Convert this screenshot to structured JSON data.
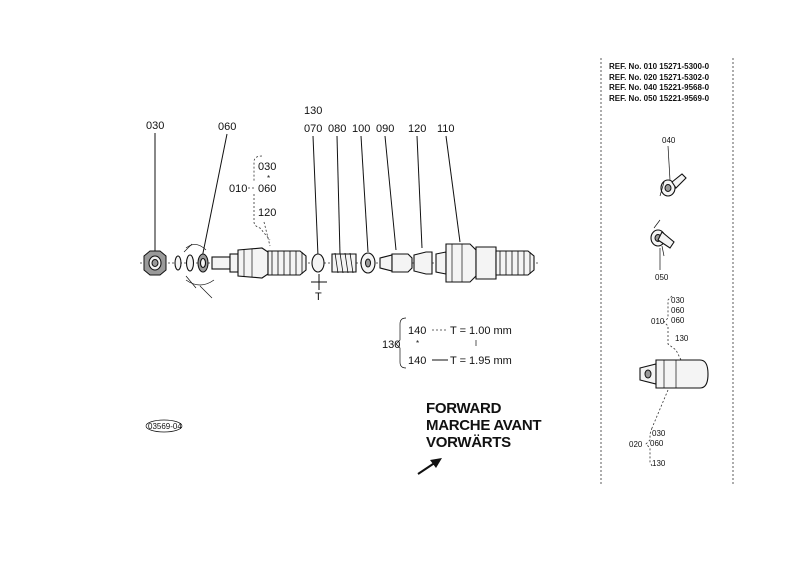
{
  "main_labels": {
    "p030": "030",
    "p060": "060",
    "p130": "130",
    "p070": "070",
    "p080": "080",
    "p100": "100",
    "p090": "090",
    "p120": "120",
    "p110": "110"
  },
  "kit_group": {
    "root": "010",
    "i1": "030",
    "dot": "*",
    "i2": "060",
    "i3": "120"
  },
  "t_label": "T",
  "shim_group": {
    "root": "130",
    "a_code": "140",
    "a_text": "T = 1.00 mm",
    "b_code": "140",
    "b_text": "T = 1.95 mm"
  },
  "stamp": "03569-04",
  "direction": {
    "line1": "FORWARD",
    "line2": "MARCHE AVANT",
    "line3": "VORWÄRTS"
  },
  "refs": [
    "REF. No. 010 15271-5300-0",
    "REF. No. 020 15271-5302-0",
    "REF. No. 040 15221-9568-0",
    "REF. No. 050 15221-9569-0"
  ],
  "side_labels": {
    "s040": "040",
    "s050": "050",
    "g010_root": "010",
    "g010_a": "030",
    "g010_b": "060",
    "g010_c": "060",
    "g010_d": "130",
    "g020_root": "020",
    "g020_a": "030",
    "g020_b": "060",
    "g020_c": "130"
  }
}
